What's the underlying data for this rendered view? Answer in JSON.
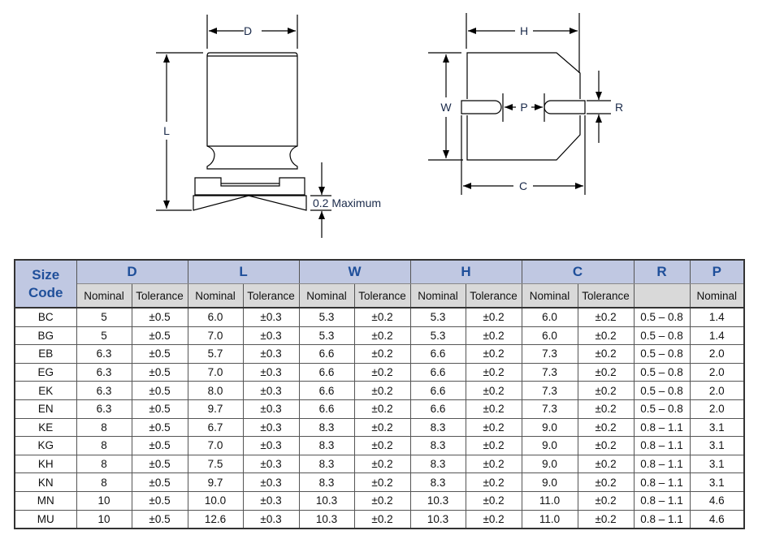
{
  "diagram_left": {
    "label_d": "D",
    "label_l": "L",
    "label_max": "0.2 Maximum"
  },
  "diagram_right": {
    "label_h": "H",
    "label_w": "W",
    "label_p": "P",
    "label_r": "R",
    "label_c": "C"
  },
  "table": {
    "size_code_line1": "Size",
    "size_code_line2": "Code",
    "groups": [
      "D",
      "L",
      "W",
      "H",
      "C",
      "R",
      "P"
    ],
    "sub_nominal": "Nominal",
    "sub_tolerance": "Tolerance",
    "colors": {
      "header_bg": "#c0c8e2",
      "header_text": "#1f4f9a",
      "subheader_bg": "#d9d9d9"
    },
    "rows": [
      [
        "BC",
        "5",
        "±0.5",
        "6.0",
        "±0.3",
        "5.3",
        "±0.2",
        "5.3",
        "±0.2",
        "6.0",
        "±0.2",
        "0.5 – 0.8",
        "1.4"
      ],
      [
        "BG",
        "5",
        "±0.5",
        "7.0",
        "±0.3",
        "5.3",
        "±0.2",
        "5.3",
        "±0.2",
        "6.0",
        "±0.2",
        "0.5 – 0.8",
        "1.4"
      ],
      [
        "EB",
        "6.3",
        "±0.5",
        "5.7",
        "±0.3",
        "6.6",
        "±0.2",
        "6.6",
        "±0.2",
        "7.3",
        "±0.2",
        "0.5 – 0.8",
        "2.0"
      ],
      [
        "EG",
        "6.3",
        "±0.5",
        "7.0",
        "±0.3",
        "6.6",
        "±0.2",
        "6.6",
        "±0.2",
        "7.3",
        "±0.2",
        "0.5 – 0.8",
        "2.0"
      ],
      [
        "EK",
        "6.3",
        "±0.5",
        "8.0",
        "±0.3",
        "6.6",
        "±0.2",
        "6.6",
        "±0.2",
        "7.3",
        "±0.2",
        "0.5 – 0.8",
        "2.0"
      ],
      [
        "EN",
        "6.3",
        "±0.5",
        "9.7",
        "±0.3",
        "6.6",
        "±0.2",
        "6.6",
        "±0.2",
        "7.3",
        "±0.2",
        "0.5 – 0.8",
        "2.0"
      ],
      [
        "KE",
        "8",
        "±0.5",
        "6.7",
        "±0.3",
        "8.3",
        "±0.2",
        "8.3",
        "±0.2",
        "9.0",
        "±0.2",
        "0.8 – 1.1",
        "3.1"
      ],
      [
        "KG",
        "8",
        "±0.5",
        "7.0",
        "±0.3",
        "8.3",
        "±0.2",
        "8.3",
        "±0.2",
        "9.0",
        "±0.2",
        "0.8 – 1.1",
        "3.1"
      ],
      [
        "KH",
        "8",
        "±0.5",
        "7.5",
        "±0.3",
        "8.3",
        "±0.2",
        "8.3",
        "±0.2",
        "9.0",
        "±0.2",
        "0.8 – 1.1",
        "3.1"
      ],
      [
        "KN",
        "8",
        "±0.5",
        "9.7",
        "±0.3",
        "8.3",
        "±0.2",
        "8.3",
        "±0.2",
        "9.0",
        "±0.2",
        "0.8 – 1.1",
        "3.1"
      ],
      [
        "MN",
        "10",
        "±0.5",
        "10.0",
        "±0.3",
        "10.3",
        "±0.2",
        "10.3",
        "±0.2",
        "11.0",
        "±0.2",
        "0.8 – 1.1",
        "4.6"
      ],
      [
        "MU",
        "10",
        "±0.5",
        "12.6",
        "±0.3",
        "10.3",
        "±0.2",
        "10.3",
        "±0.2",
        "11.0",
        "±0.2",
        "0.8 – 1.1",
        "4.6"
      ]
    ]
  }
}
